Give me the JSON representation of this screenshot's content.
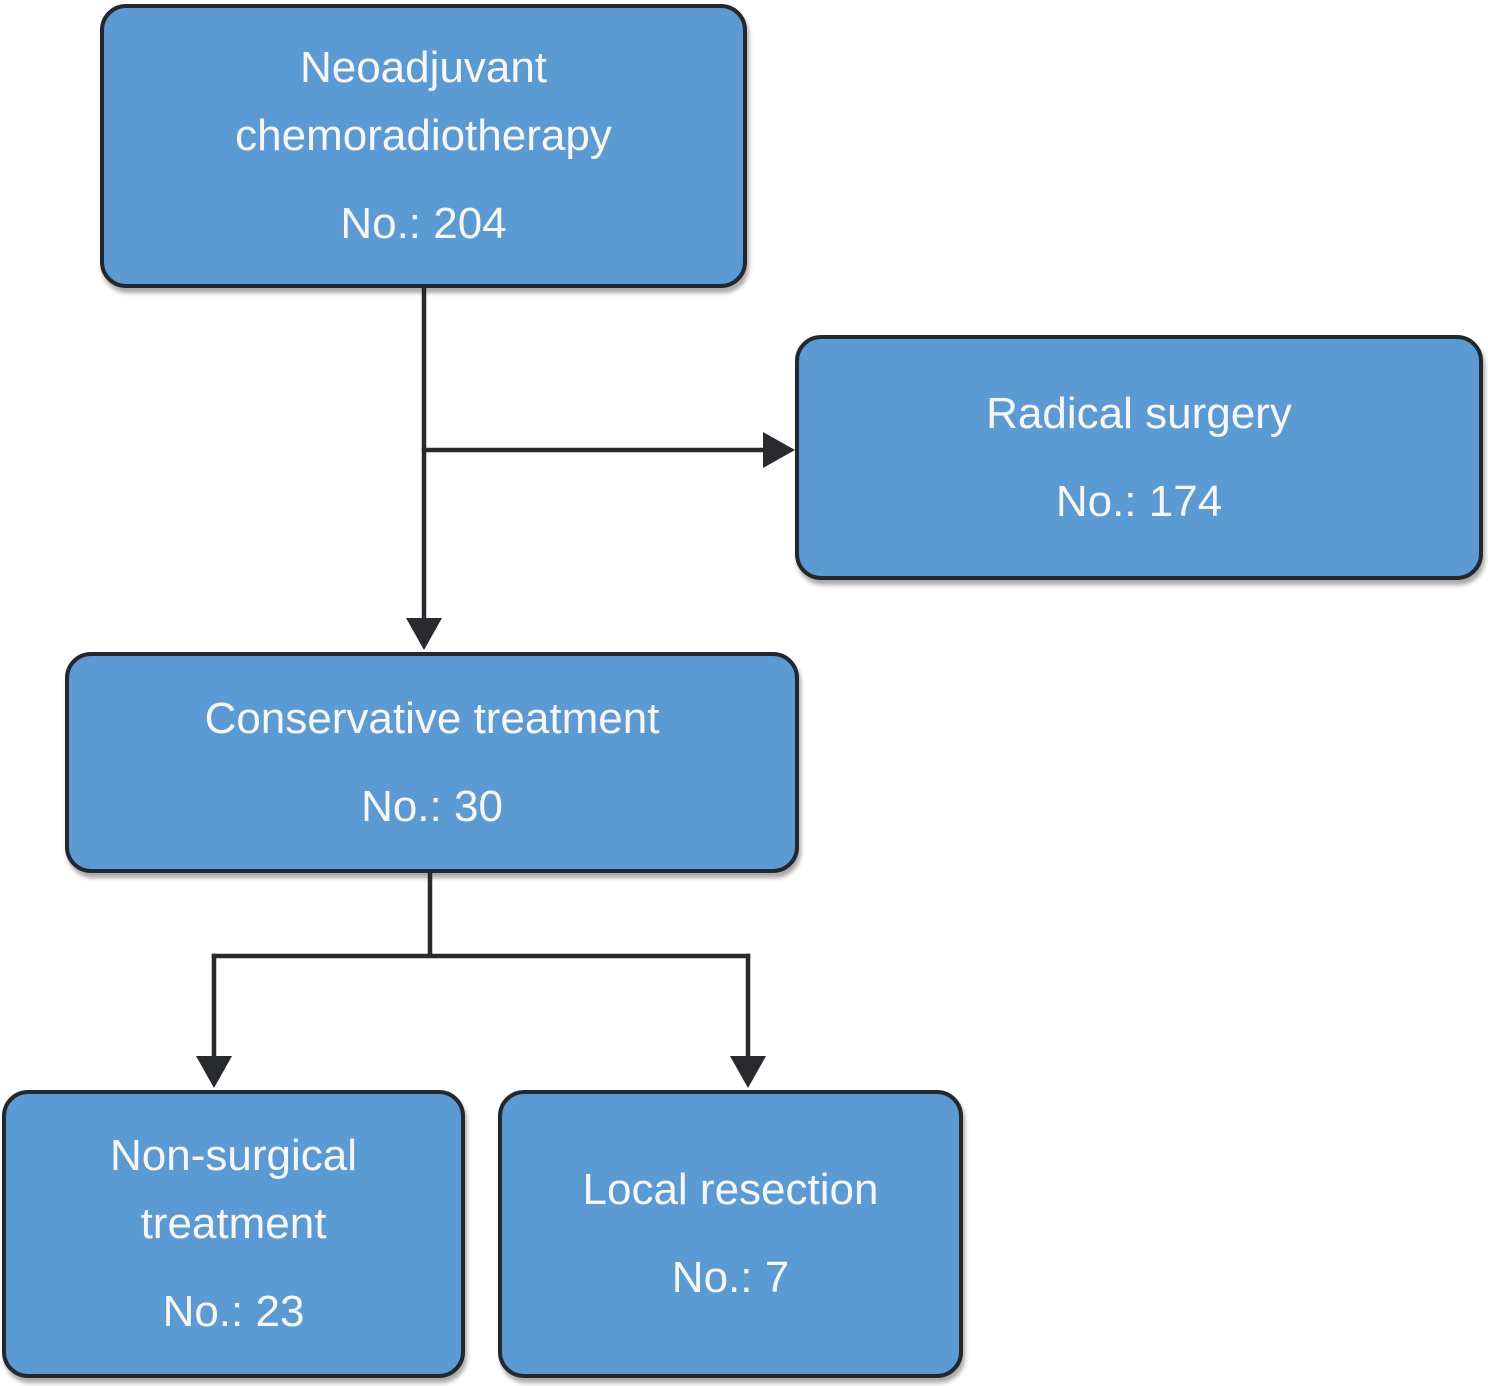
{
  "diagram": {
    "type": "flowchart",
    "background_color": "#ffffff",
    "node_fill_color": "#5b9ad3",
    "node_border_color": "#23282e",
    "node_text_color": "#f7f6f3",
    "connector_color": "#282a2d",
    "nodes": [
      {
        "id": "neoadjuvant-chemoradiotherapy",
        "label": "Neoadjuvant chemoradiotherapy",
        "count_label": "No.: 204"
      },
      {
        "id": "radical-surgery",
        "label": "Radical surgery",
        "count_label": "No.: 174"
      },
      {
        "id": "conservative-treatment",
        "label": "Conservative treatment",
        "count_label": "No.: 30"
      },
      {
        "id": "non-surgical-treatment",
        "label": "Non-surgical treatment",
        "count_label": "No.: 23"
      },
      {
        "id": "local-resection",
        "label": "Local resection",
        "count_label": "No.: 7"
      }
    ],
    "edges": [
      {
        "from": "neoadjuvant-chemoradiotherapy",
        "to": "radical-surgery"
      },
      {
        "from": "neoadjuvant-chemoradiotherapy",
        "to": "conservative-treatment"
      },
      {
        "from": "conservative-treatment",
        "to": "non-surgical-treatment"
      },
      {
        "from": "conservative-treatment",
        "to": "local-resection"
      }
    ]
  }
}
